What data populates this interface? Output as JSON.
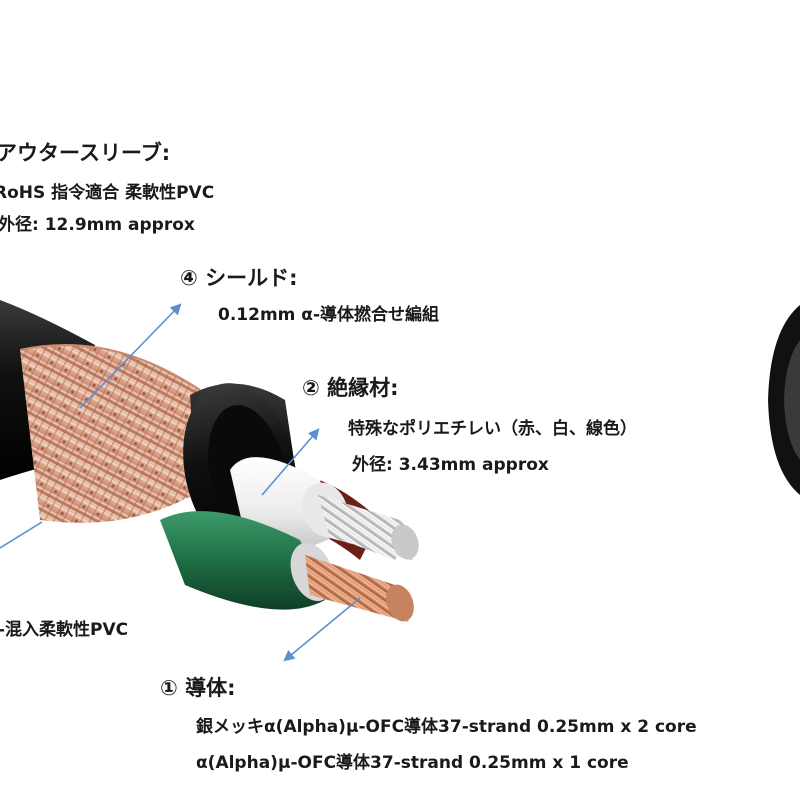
{
  "outer_sleeve": {
    "heading": "アウタースリーブ:",
    "line1": "RoHS 指令適合 柔軟性PVC",
    "line2": "外径: 12.9mm approx"
  },
  "shield": {
    "heading": "④ シールド:",
    "line1": "0.12mm α-導体撚合せ編組"
  },
  "insulation": {
    "heading": "② 絶縁材:",
    "line1": "特殊なポリエチレい（赤、白、線色）",
    "line2": "外径: 3.43mm approx"
  },
  "filler": {
    "line1": "-混入柔軟性PVC"
  },
  "conductor": {
    "heading": "① 導体:",
    "line1": "銀メッキα(Alpha)μ-OFC導体37-strand 0.25mm x 2 core",
    "line2": "α(Alpha)μ-OFC導体37-strand 0.25mm x 1 core"
  },
  "colors": {
    "arrow": "#5b8fcf",
    "jacket": "#1a1a1a",
    "copper": "#d9906a",
    "green_insulation": "#1f6e45",
    "white_insulation": "#f4f4f4"
  }
}
